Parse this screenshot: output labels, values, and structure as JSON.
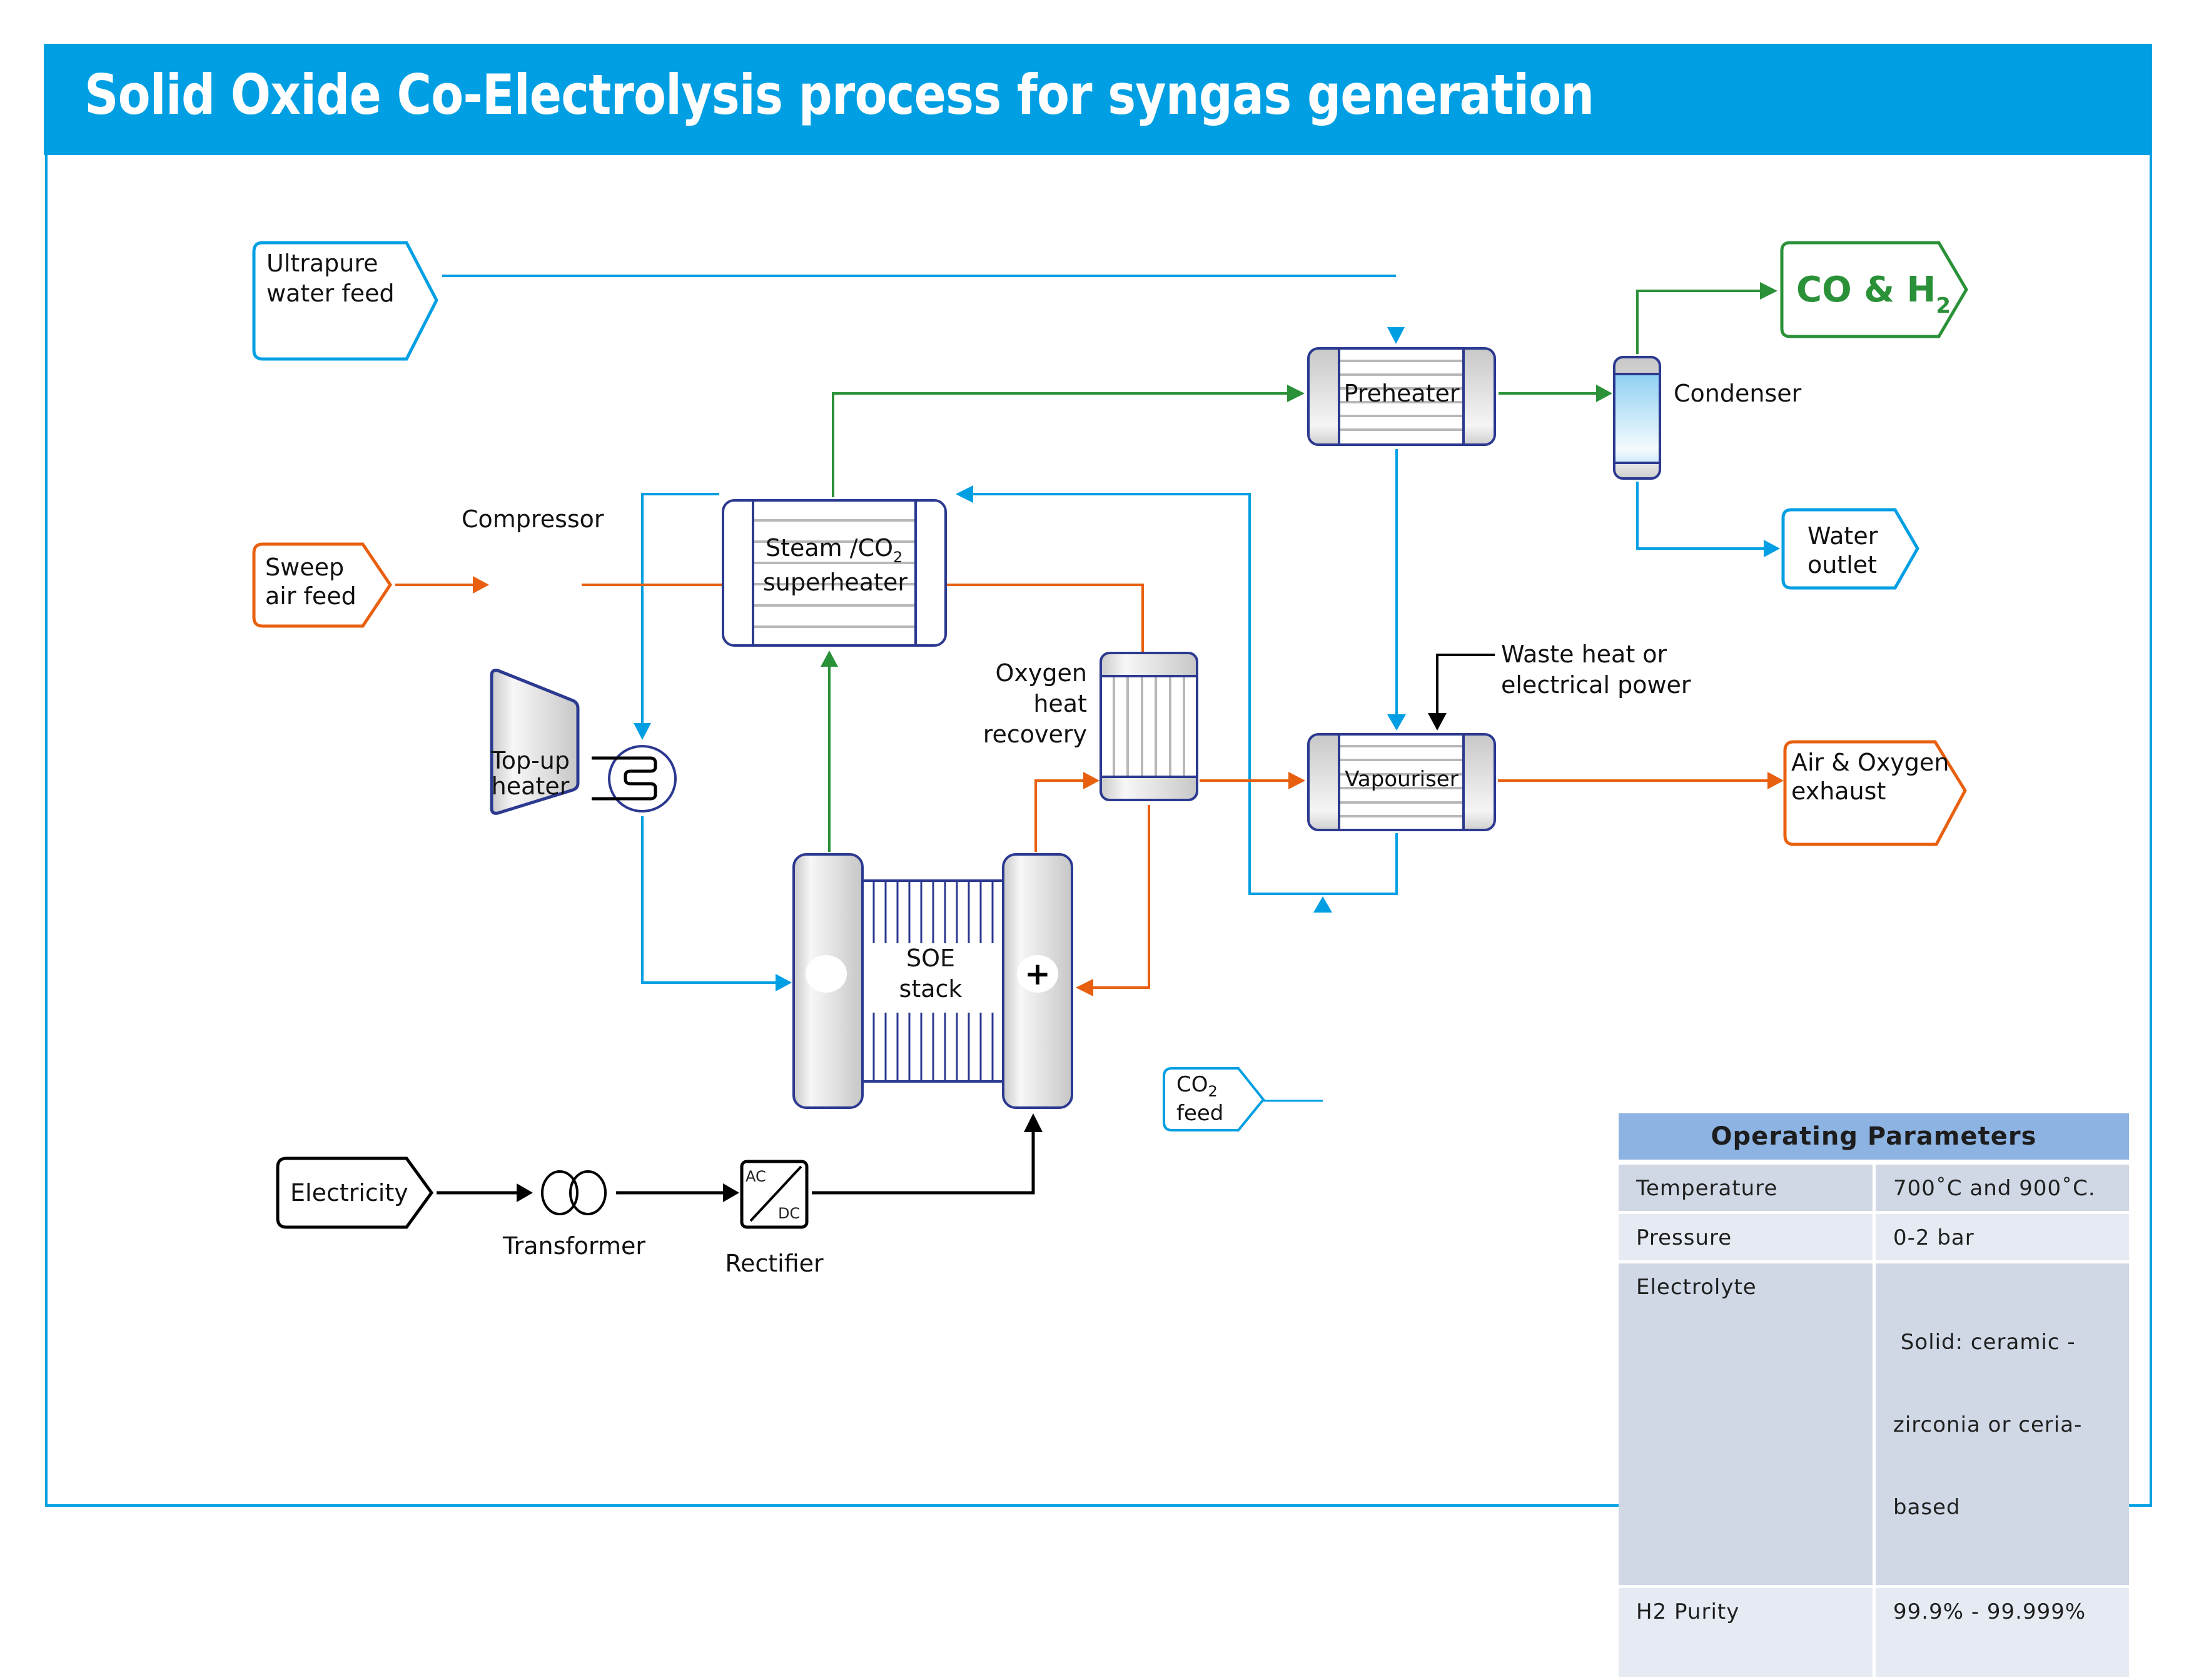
{
  "header": {
    "title": "Solid Oxide Co-Electrolysis process for syngas generation"
  },
  "colors": {
    "brand_blue": "#009FE3",
    "water_line": "#009FE3",
    "air_line": "#E8600F",
    "syngas_line": "#2A9138",
    "power_line": "#000000",
    "equipment_outline": "#2B3990",
    "table_header": "#8DB3E2"
  },
  "streams": {
    "ultrapure_water_feed": [
      "Ultrapure",
      "water feed"
    ],
    "sweep_air_feed": [
      "Sweep",
      "air feed"
    ],
    "co2_feed": {
      "main": "CO",
      "sub": "2",
      "line2": "feed"
    },
    "electricity": "Electricity",
    "co_h2_product": {
      "main": "CO & H",
      "sub": "2"
    },
    "water_outlet": [
      "Water",
      "outlet"
    ],
    "air_oxygen_exhaust": [
      "Air & Oxygen",
      "exhaust"
    ]
  },
  "equipment": {
    "compressor": "Compressor",
    "steam_superheater": {
      "line1_main": "Steam /CO",
      "line1_sub": "2",
      "line2": "superheater"
    },
    "preheater": "Preheater",
    "condenser": "Condenser",
    "vapouriser": "Vapouriser",
    "oxygen_heat_recovery": [
      "Oxygen",
      "heat",
      "recovery"
    ],
    "top_up_heater": [
      "Top-up",
      "heater"
    ],
    "soe_stack": [
      "SOE",
      "stack"
    ],
    "soe_plus_terminal": "+",
    "transformer": "Transformer",
    "rectifier": "Rectifier",
    "rectifier_ac": "AC",
    "rectifier_dc": "DC",
    "waste_heat": [
      "Waste heat or",
      "electrical power"
    ]
  },
  "operating_parameters": {
    "title": "Operating  Parameters",
    "rows": [
      {
        "name": "Temperature",
        "value": [
          "700˚C and 900˚C."
        ]
      },
      {
        "name": "Pressure",
        "value": [
          "0-2 bar"
        ]
      },
      {
        "name": "Electrolyte",
        "value": [
          " Solid: ceramic -",
          "zirconia or ceria-",
          "based"
        ]
      },
      {
        "name": "H2 Purity",
        "value": [
          "99.9% - 99.999%"
        ]
      }
    ]
  }
}
